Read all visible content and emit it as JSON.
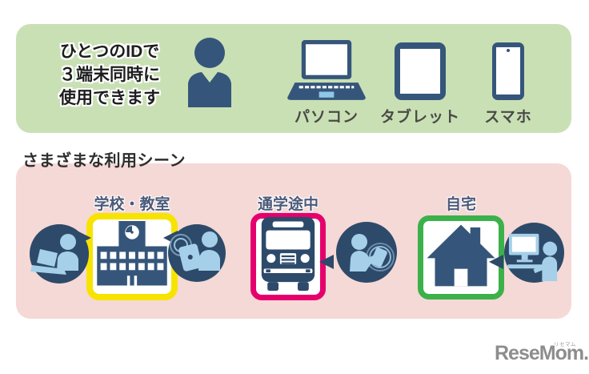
{
  "top_panel": {
    "background": "#c9e0b5",
    "title_lines": [
      "ひとつのIDで",
      "３端末同時に",
      "使用できます"
    ],
    "person_icon": "person-icon",
    "devices": [
      {
        "icon": "laptop-icon",
        "label": "パソコン"
      },
      {
        "icon": "tablet-icon",
        "label": "タブレット"
      },
      {
        "icon": "smartphone-icon",
        "label": "スマホ"
      }
    ]
  },
  "scenes_panel": {
    "background": "#f5d9d6",
    "heading": "さまざまな利用シーン",
    "scenes": [
      {
        "label": "学校・教室",
        "frame_color": "#f7e300",
        "icon": "school-icon",
        "users": [
          "student-with-laptop",
          "student-with-tablet"
        ]
      },
      {
        "label": "通学途中",
        "frame_color": "#e6006d",
        "icon": "bus-icon",
        "users": [
          "student-with-smartphone"
        ]
      },
      {
        "label": "自宅",
        "frame_color": "#3cb14a",
        "icon": "house-icon",
        "users": [
          "student-with-desktop-pc"
        ]
      }
    ]
  },
  "footer": {
    "logo_text": "ReseMom.",
    "logo_ruby": "リセマム",
    "logo_color": "#8d8d8d"
  },
  "colors": {
    "icon_navy": "#35567a",
    "circle_navy": "#2d4a6a",
    "person_light_blue": "#a6d0ea",
    "top_background": "#c9e0b5",
    "bottom_background": "#f5d9d6"
  }
}
